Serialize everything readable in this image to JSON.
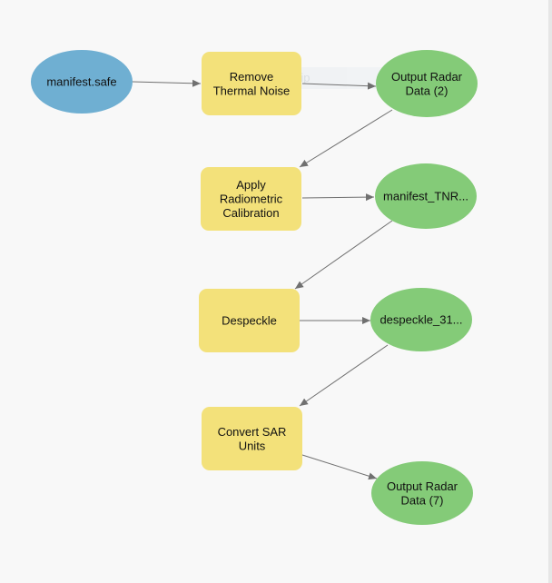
{
  "colors": {
    "background": "#f8f8f8",
    "input_fill": "#6fafd2",
    "tool_fill": "#f3e17a",
    "output_fill": "#84cb78",
    "connector": "#707070"
  },
  "ghost_overlay": "Snipping Tool Snip",
  "nodes": [
    {
      "id": "manifest",
      "kind": "input",
      "lines": [
        "manifest.safe"
      ]
    },
    {
      "id": "thermal",
      "kind": "tool",
      "lines": [
        "Remove",
        "Thermal Noise"
      ]
    },
    {
      "id": "out2",
      "kind": "output",
      "lines": [
        "Output Radar",
        "Data (2)"
      ]
    },
    {
      "id": "calib",
      "kind": "tool",
      "lines": [
        "Apply",
        "Radiometric",
        "Calibration"
      ]
    },
    {
      "id": "tnr",
      "kind": "output",
      "lines": [
        "manifest_TNR..."
      ]
    },
    {
      "id": "despeck",
      "kind": "tool",
      "lines": [
        "Despeckle"
      ]
    },
    {
      "id": "desp31",
      "kind": "output",
      "lines": [
        "despeckle_31..."
      ]
    },
    {
      "id": "convert",
      "kind": "tool",
      "lines": [
        "Convert SAR",
        "Units"
      ]
    },
    {
      "id": "out7",
      "kind": "output",
      "lines": [
        "Output Radar",
        "Data (7)"
      ]
    }
  ],
  "edges": [
    {
      "from": "manifest",
      "to": "thermal"
    },
    {
      "from": "thermal",
      "to": "out2"
    },
    {
      "from": "out2",
      "to": "calib"
    },
    {
      "from": "calib",
      "to": "tnr"
    },
    {
      "from": "tnr",
      "to": "despeck"
    },
    {
      "from": "despeck",
      "to": "desp31"
    },
    {
      "from": "desp31",
      "to": "convert"
    },
    {
      "from": "convert",
      "to": "out7"
    }
  ]
}
